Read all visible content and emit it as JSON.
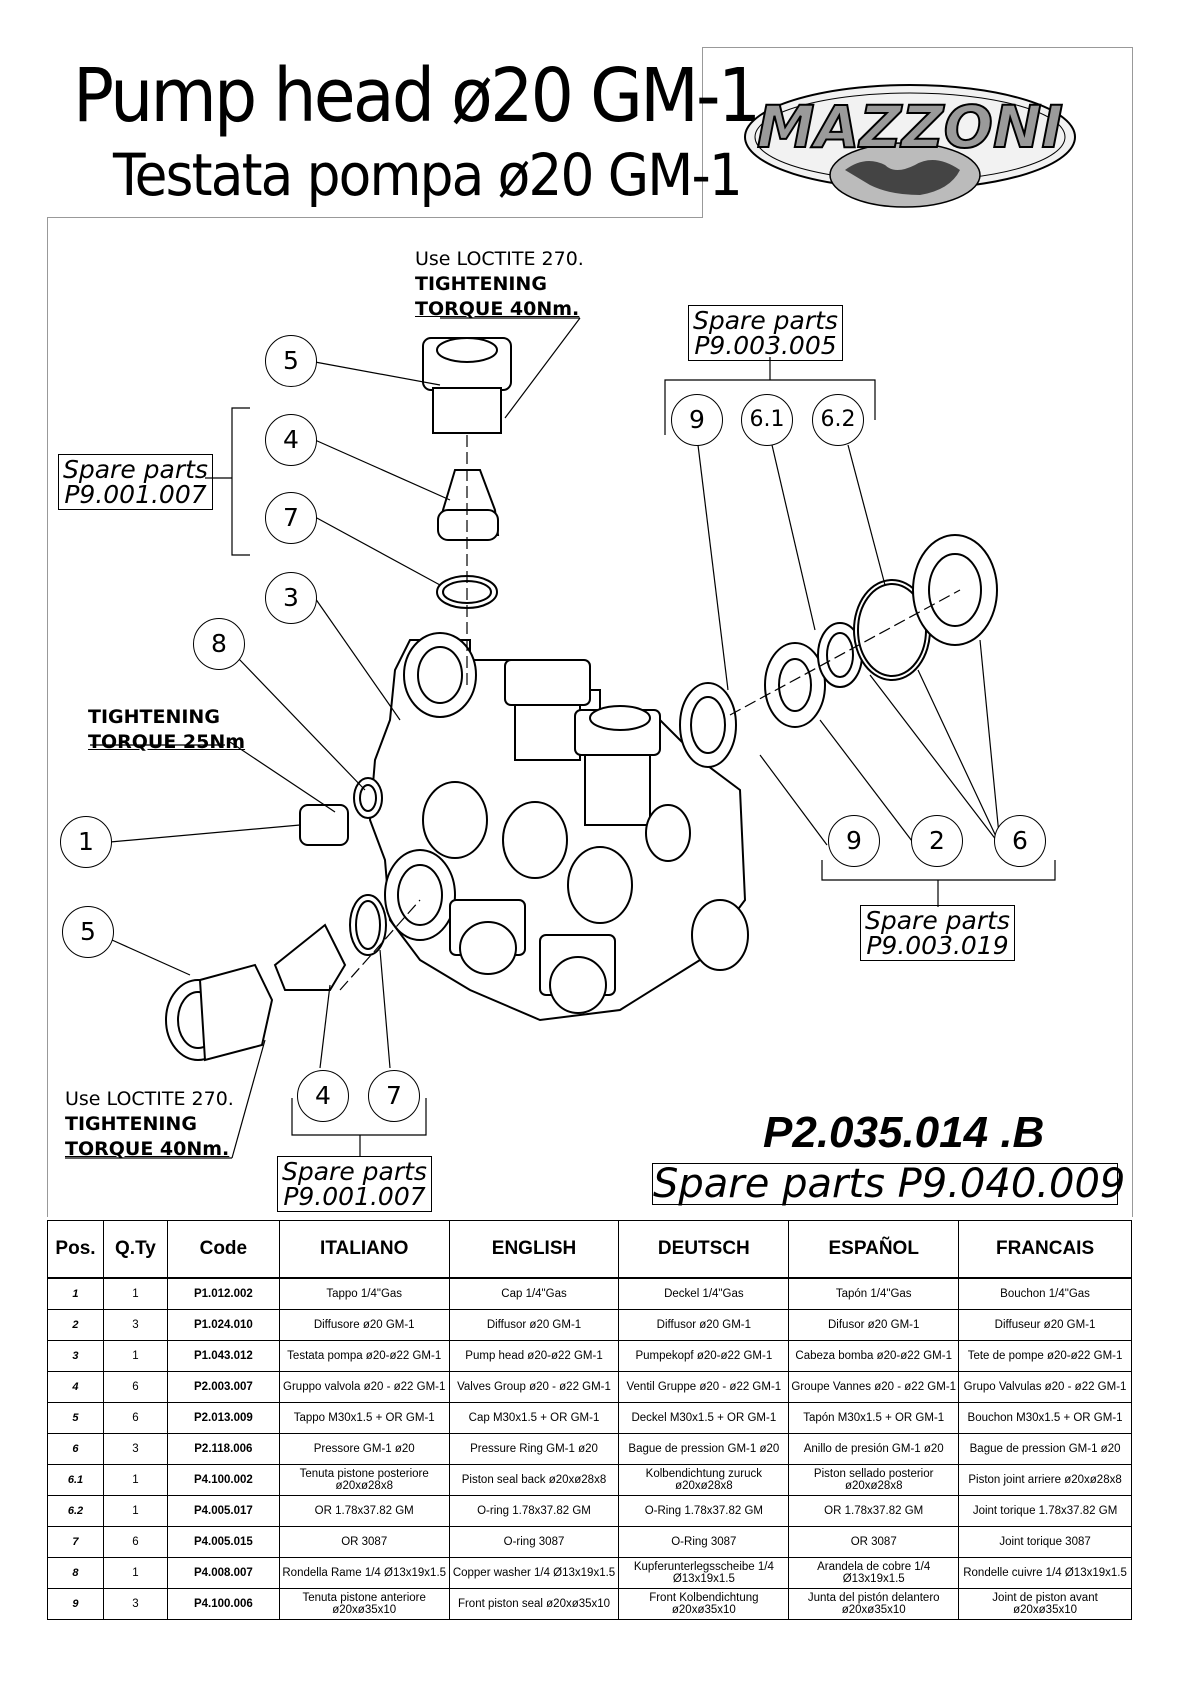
{
  "title": {
    "line1": "Pump head ø20 GM-1",
    "line2": "Testata pompa ø20 GM-1"
  },
  "logo": {
    "text": "MAZZONI"
  },
  "labels": {
    "top_loctite": "Use LOCTITE 270.",
    "top_tight1": "TIGHTENING",
    "top_tight2": "TORQUE 40Nm.",
    "mid_tight1": "TIGHTENING",
    "mid_tight2": "TORQUE 25Nm",
    "bot_loctite": "Use LOCTITE 270.",
    "bot_tight1": "TIGHTENING",
    "bot_tight2": "TORQUE 40Nm."
  },
  "spare_boxes": [
    {
      "line1": "Spare parts",
      "line2": "P9.001.007"
    },
    {
      "line1": "Spare parts",
      "line2": "P9.003.005"
    },
    {
      "line1": "Spare parts",
      "line2": "P9.003.019"
    },
    {
      "line1": "Spare parts",
      "line2": "P9.001.007"
    }
  ],
  "bubbles": [
    "5",
    "4",
    "7",
    "3",
    "8",
    "1",
    "5",
    "4",
    "7",
    "9",
    "6.1",
    "6.2",
    "9",
    "2",
    "6"
  ],
  "drawing_code": "P2.035.014 .B",
  "spare_main": "Spare parts P9.040.009",
  "table": {
    "headers": [
      "Pos.",
      "Q.Ty",
      "Code",
      "ITALIANO",
      "ENGLISH",
      "DEUTSCH",
      "ESPAÑOL",
      "FRANCAIS"
    ],
    "rows": [
      [
        "1",
        "1",
        "P1.012.002",
        "Tappo 1/4\"Gas",
        "Cap 1/4\"Gas",
        "Deckel 1/4\"Gas",
        "Tapón 1/4\"Gas",
        "Bouchon 1/4\"Gas"
      ],
      [
        "2",
        "3",
        "P1.024.010",
        "Diffusore ø20 GM-1",
        "Diffusor ø20 GM-1",
        "Diffusor ø20 GM-1",
        "Difusor ø20 GM-1",
        "Diffuseur ø20 GM-1"
      ],
      [
        "3",
        "1",
        "P1.043.012",
        "Testata pompa ø20-ø22 GM-1",
        "Pump head ø20-ø22 GM-1",
        "Pumpekopf ø20-ø22 GM-1",
        "Cabeza bomba ø20-ø22 GM-1",
        "Tete de pompe ø20-ø22 GM-1"
      ],
      [
        "4",
        "6",
        "P2.003.007",
        "Gruppo valvola ø20 - ø22 GM-1",
        "Valves Group ø20 - ø22 GM-1",
        "Ventil Gruppe ø20 - ø22 GM-1",
        "Groupe Vannes ø20 - ø22 GM-1",
        "Grupo Valvulas ø20 - ø22 GM-1"
      ],
      [
        "5",
        "6",
        "P2.013.009",
        "Tappo M30x1.5 + OR GM-1",
        "Cap M30x1.5 + OR GM-1",
        "Deckel M30x1.5 + OR GM-1",
        "Tapón M30x1.5 + OR GM-1",
        "Bouchon M30x1.5 + OR GM-1"
      ],
      [
        "6",
        "3",
        "P2.118.006",
        "Pressore GM-1 ø20",
        "Pressure Ring GM-1 ø20",
        "Bague de pression GM-1 ø20",
        "Anillo de presión GM-1 ø20",
        "Bague de pression GM-1 ø20"
      ],
      [
        "6.1",
        "1",
        "P4.100.002",
        "Tenuta pistone posteriore ø20xø28x8",
        "Piston seal back ø20xø28x8",
        "Kolbendichtung zuruck ø20xø28x8",
        "Piston sellado posterior ø20xø28x8",
        "Piston joint arriere ø20xø28x8"
      ],
      [
        "6.2",
        "1",
        "P4.005.017",
        "OR 1.78x37.82 GM",
        "O-ring 1.78x37.82 GM",
        "O-Ring 1.78x37.82 GM",
        "OR 1.78x37.82 GM",
        "Joint torique 1.78x37.82 GM"
      ],
      [
        "7",
        "6",
        "P4.005.015",
        "OR 3087",
        "O-ring 3087",
        "O-Ring 3087",
        "OR 3087",
        "Joint torique 3087"
      ],
      [
        "8",
        "1",
        "P4.008.007",
        "Rondella Rame 1/4 Ø13x19x1.5",
        "Copper washer 1/4 Ø13x19x1.5",
        "Kupferunterlegsscheibe 1/4 Ø13x19x1.5",
        "Arandela de cobre 1/4 Ø13x19x1.5",
        "Rondelle cuivre 1/4 Ø13x19x1.5"
      ],
      [
        "9",
        "3",
        "P4.100.006",
        "Tenuta pistone anteriore ø20xø35x10",
        "Front piston seal ø20xø35x10",
        "Front Kolbendichtung ø20xø35x10",
        "Junta del pistón delantero ø20xø35x10",
        "Joint de piston avant ø20xø35x10"
      ]
    ]
  }
}
